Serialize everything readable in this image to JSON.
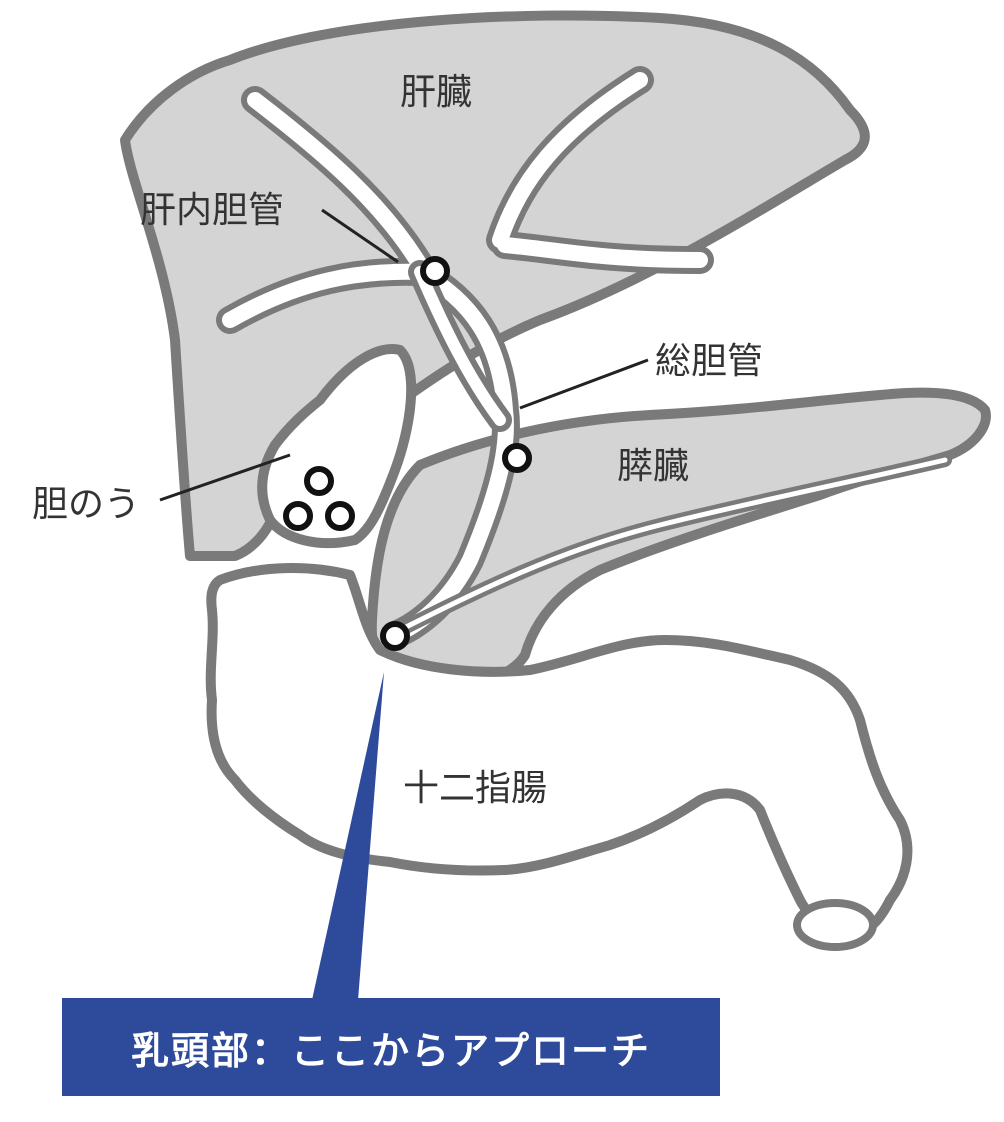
{
  "labels": {
    "liver": "肝臓",
    "intrahepatic_duct": "肝内胆管",
    "common_bile_duct": "総胆管",
    "pancreas": "膵臓",
    "gallbladder": "胆のう",
    "duodenum": "十二指腸"
  },
  "callout": {
    "text": "乳頭部：ここからアプローチ"
  },
  "colors": {
    "organ_fill": "#d4d4d4",
    "outline": "#7a7a7a",
    "label_text": "#333333",
    "callout_bg": "#2e4a9a",
    "callout_text": "#ffffff"
  }
}
